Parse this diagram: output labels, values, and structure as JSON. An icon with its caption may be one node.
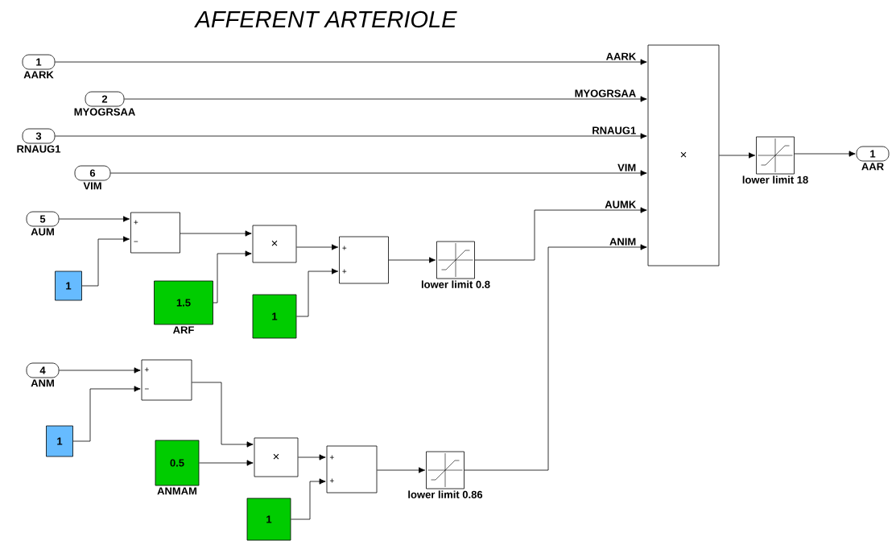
{
  "diagram": {
    "title": "AFFERENT ARTERIOLE",
    "nodes": [
      {
        "text": [
          "1"
        ],
        "beside": [
          "AARK"
        ]
      },
      {
        "text": [
          "2"
        ],
        "beside": [
          "MYOGRSAA"
        ]
      },
      {
        "text": [
          "3"
        ],
        "beside": [
          "RNAUG1"
        ]
      },
      {
        "text": [
          "6"
        ],
        "beside": [
          "VIM"
        ]
      },
      {
        "text": [
          "5"
        ],
        "beside": [
          "AUM"
        ]
      },
      {
        "text": [
          "1"
        ]
      },
      {
        "text": [
          "+",
          "−"
        ]
      },
      {
        "text": [
          "1.5"
        ],
        "beside": [
          "ARF"
        ]
      },
      {
        "text": [
          "×"
        ]
      },
      {
        "text": [
          "1"
        ]
      },
      {
        "text": [
          "+",
          "+"
        ]
      },
      {
        "text": [],
        "shape": "box",
        "beside": [
          "lower limit 0.8"
        ]
      },
      {
        "text": [
          "4"
        ],
        "beside": [
          "ANM"
        ]
      },
      {
        "text": [
          "1"
        ]
      },
      {
        "text": [
          "+",
          "−"
        ]
      },
      {
        "text": [
          "0.5"
        ],
        "beside": [
          "ANMAM"
        ]
      },
      {
        "text": [
          "×"
        ]
      },
      {
        "text": [
          "+",
          "+"
        ]
      },
      {
        "text": [
          "1"
        ]
      },
      {
        "text": [],
        "shape": "box",
        "beside": [
          "lower limit 0.86"
        ]
      },
      {
        "text": [
          "×"
        ]
      },
      {
        "text": [],
        "shape": "box",
        "beside": [
          "lower limit 18"
        ]
      },
      {
        "text": [
          "1"
        ],
        "beside": [
          "AAR"
        ]
      }
    ],
    "edges": [
      {
        "from": 0,
        "to": 20,
        "arrow": "to",
        "label": "AARK"
      },
      {
        "from": 1,
        "to": 20,
        "arrow": "to",
        "label": "MYOGRSAA"
      },
      {
        "from": 2,
        "to": 20,
        "arrow": "to",
        "label": "RNAUG1"
      },
      {
        "from": 3,
        "to": 20,
        "arrow": "to",
        "label": "VIM"
      },
      {
        "from": 4,
        "to": 6,
        "arrow": "to"
      },
      {
        "from": 5,
        "to": 6,
        "arrow": "to"
      },
      {
        "from": 6,
        "to": 8,
        "arrow": "to"
      },
      {
        "from": 7,
        "to": 8,
        "arrow": "to"
      },
      {
        "from": 8,
        "to": 10,
        "arrow": "to"
      },
      {
        "from": 9,
        "to": 10,
        "arrow": "to"
      },
      {
        "from": 10,
        "to": 11,
        "arrow": "to"
      },
      {
        "from": 11,
        "to": 20,
        "arrow": "to",
        "label": "AUMK"
      },
      {
        "from": 12,
        "to": 14,
        "arrow": "to"
      },
      {
        "from": 13,
        "to": 14,
        "arrow": "to"
      },
      {
        "from": 14,
        "to": 16,
        "arrow": "to"
      },
      {
        "from": 15,
        "to": 16,
        "arrow": "to"
      },
      {
        "from": 16,
        "to": 17,
        "arrow": "to"
      },
      {
        "from": 18,
        "to": 17,
        "arrow": "to"
      },
      {
        "from": 17,
        "to": 19,
        "arrow": "to"
      },
      {
        "from": 19,
        "to": 20,
        "arrow": "to",
        "label": "ANIM"
      },
      {
        "from": 20,
        "to": 21,
        "arrow": "to"
      },
      {
        "from": 21,
        "to": 22,
        "arrow": "to"
      }
    ]
  }
}
